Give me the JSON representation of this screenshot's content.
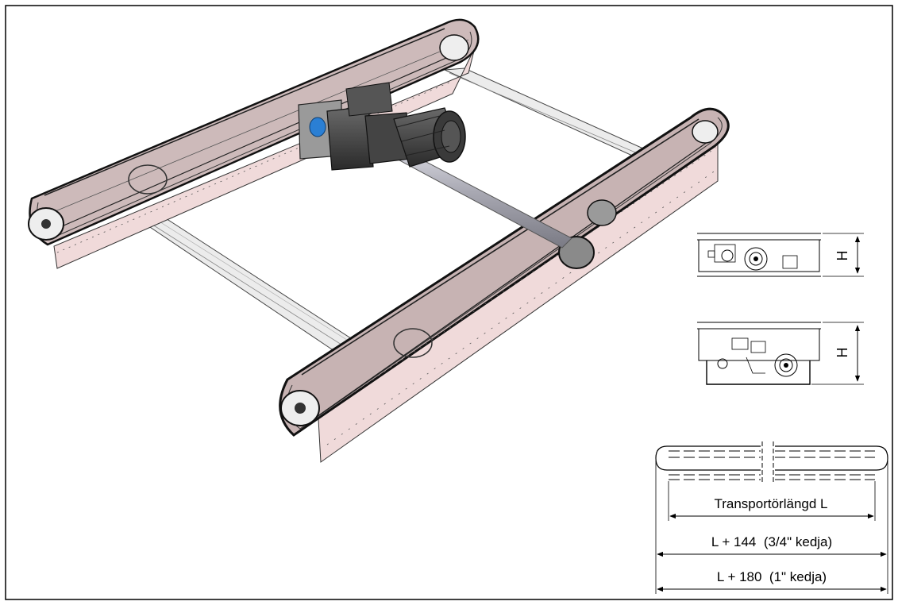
{
  "labels": {
    "height_top": "H",
    "height_bottom": "H",
    "length_L": "Transportörlängd L",
    "length_144": "L + 144  (3/4\" kedja)",
    "length_180": "L + 180  (1\" kedja)"
  },
  "colors": {
    "frame": "#1a1a1a",
    "rail_fill": "#f2dcdc",
    "motor": "#3a3a3a",
    "shaft": "#b8b8c0",
    "accent": "#2a7fd4",
    "cross_member": "#e3e3e3"
  }
}
